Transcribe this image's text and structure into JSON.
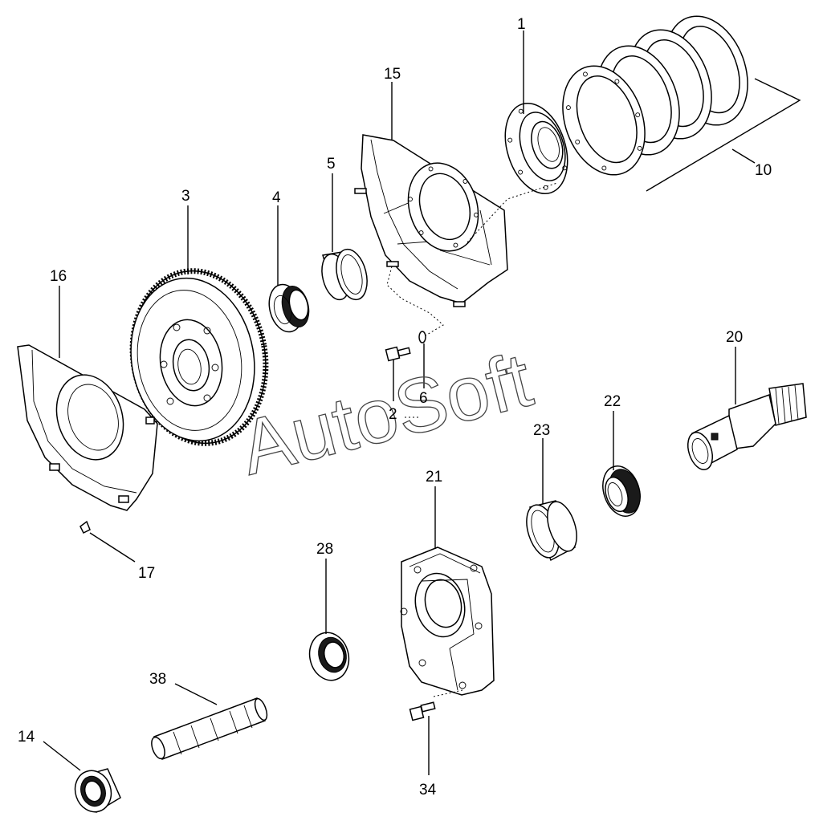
{
  "watermark": "AutoSoft",
  "callouts": [
    {
      "id": "p1",
      "text": "1"
    },
    {
      "id": "p2",
      "text": "2"
    },
    {
      "id": "p3",
      "text": "3"
    },
    {
      "id": "p4",
      "text": "4"
    },
    {
      "id": "p5",
      "text": "5"
    },
    {
      "id": "p6",
      "text": "6"
    },
    {
      "id": "p10",
      "text": "10"
    },
    {
      "id": "p14",
      "text": "14"
    },
    {
      "id": "p15",
      "text": "15"
    },
    {
      "id": "p16",
      "text": "16"
    },
    {
      "id": "p17",
      "text": "17"
    },
    {
      "id": "p20",
      "text": "20"
    },
    {
      "id": "p21",
      "text": "21"
    },
    {
      "id": "p22",
      "text": "22"
    },
    {
      "id": "p23",
      "text": "23"
    },
    {
      "id": "p28",
      "text": "28"
    },
    {
      "id": "p34",
      "text": "34"
    },
    {
      "id": "p38",
      "text": "38"
    }
  ]
}
